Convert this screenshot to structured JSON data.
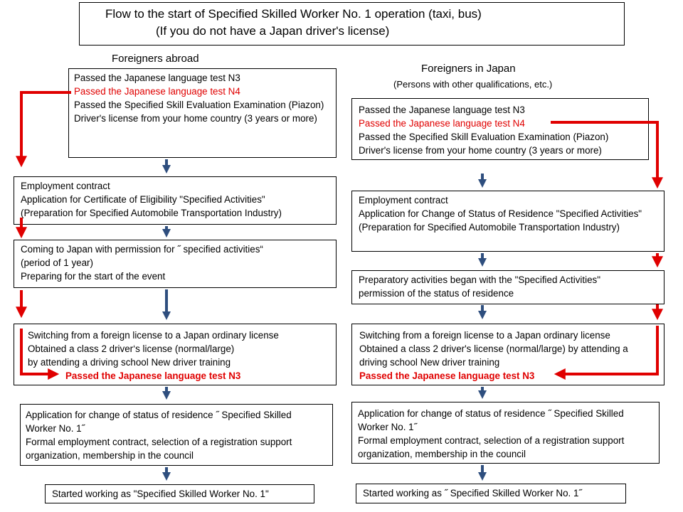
{
  "title": {
    "line1": "Flow to the start of Specified Skilled Worker No. 1 operation (taxi, bus)",
    "line2": "(If you do not have a Japan driver's license)"
  },
  "left": {
    "heading": "Foreigners abroad",
    "requirements": [
      "Passed the Japanese language test N3",
      "Passed the Japanese language test N4",
      "Passed the Specified Skill Evaluation Examination (Piazon)",
      "Driver's license from your home country (3 years or more)"
    ],
    "contract": [
      "Employment contract",
      "Application for Certificate of Eligibility \"Specified Activities\"",
      "(Preparation for Specified Automobile Transportation Industry)"
    ],
    "arrival": [
      "Coming to Japan with permission for ˝ specified activities“",
      " (period of 1 year)",
      "Preparing for the start of the event"
    ],
    "license": [
      "Switching from a foreign license to a Japan ordinary license",
      "Obtained a class 2 driver‘s license (normal/large)",
      "by  attending a driving school New driver training",
      "Passed the Japanese language test N3"
    ],
    "status_change": [
      "Application for change of status of residence ˝ Specified Skilled Worker No. 1˝",
      "Formal employment contract, selection of a registration support organization, membership in the council"
    ],
    "start": "Started working as \"Specified Skilled Worker No. 1\""
  },
  "right": {
    "heading": "Foreigners in Japan",
    "subheading": "(Persons with other qualifications, etc.)",
    "requirements": [
      "Passed the Japanese language test N3",
      "Passed the Japanese language test N4",
      "Passed the Specified Skill Evaluation Examination (Piazon)",
      "Driver's license from your home country (3 years or more)"
    ],
    "contract": [
      "Employment contract",
      "Application for Change of Status of Residence \"Specified Activities\" (Preparation for Specified Automobile Transportation Industry)"
    ],
    "preparatory": "Preparatory activities began with the \"Specified Activities\" permission of the status of residence",
    "license": [
      "Switching from a foreign license to a Japan ordinary license",
      "Obtained a class 2 driver's license (normal/large) by attending a driving school New driver training",
      "Passed the Japanese language test N3"
    ],
    "status_change": [
      "Application for change of status of residence ˝ Specified Skilled Worker No. 1˝",
      "Formal employment contract, selection of a registration support organization, membership in the council"
    ],
    "start": "Started working as ˝ Specified Skilled Worker No. 1˝"
  },
  "colors": {
    "highlight": "#e00000",
    "flow_arrow": "#2e4e7e",
    "border": "#000000"
  }
}
